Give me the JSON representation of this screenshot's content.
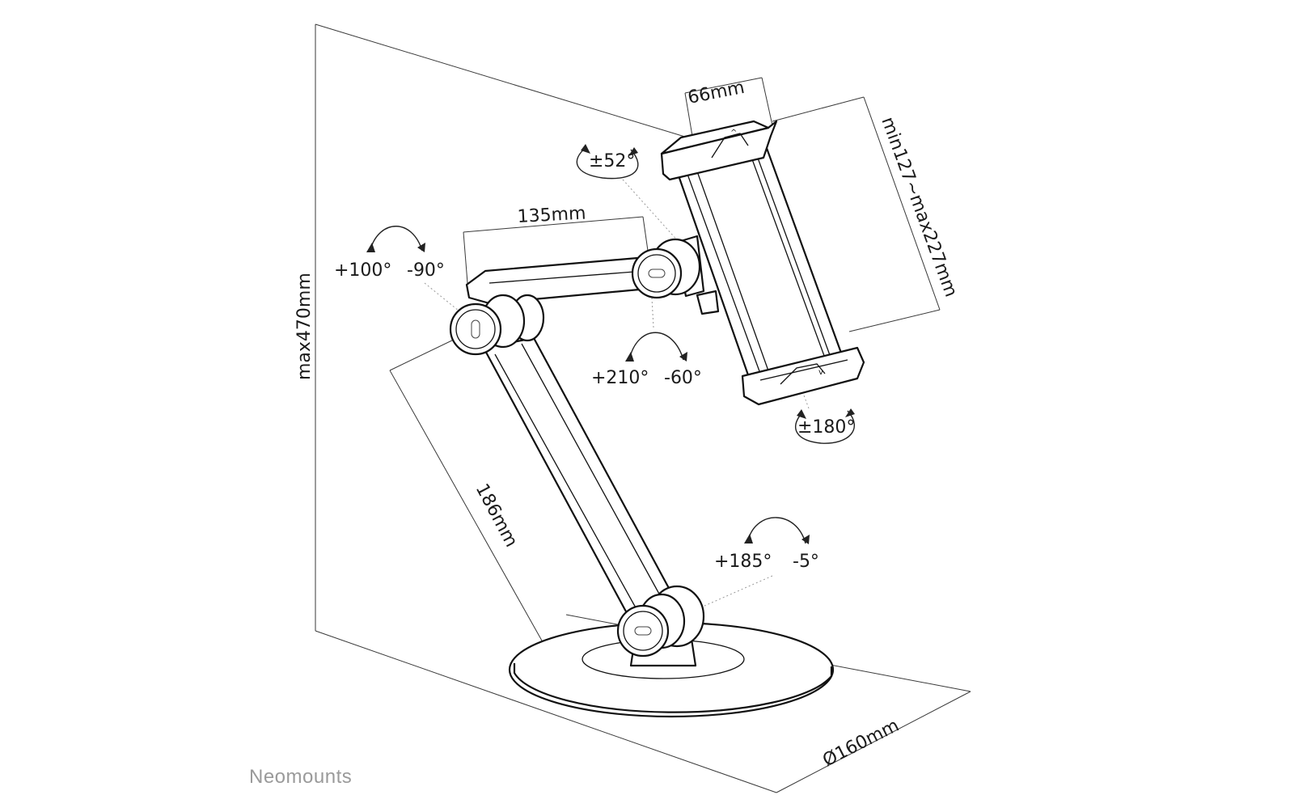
{
  "diagram": {
    "labels": {
      "tablet_width": "66mm",
      "tablet_height": "min127~max227mm",
      "upper_arm": "135mm",
      "lower_arm": "186mm",
      "total_height": "max470mm",
      "base_diameter": "Ø160mm"
    },
    "angles": {
      "tilt": "±52°",
      "elbow_up": "+100°",
      "elbow_down": "-90°",
      "head_up": "+210°",
      "head_down": "-60°",
      "rotate": "±180°",
      "base_up": "+185°",
      "base_down": "-5°"
    },
    "brand": "Neomounts"
  }
}
